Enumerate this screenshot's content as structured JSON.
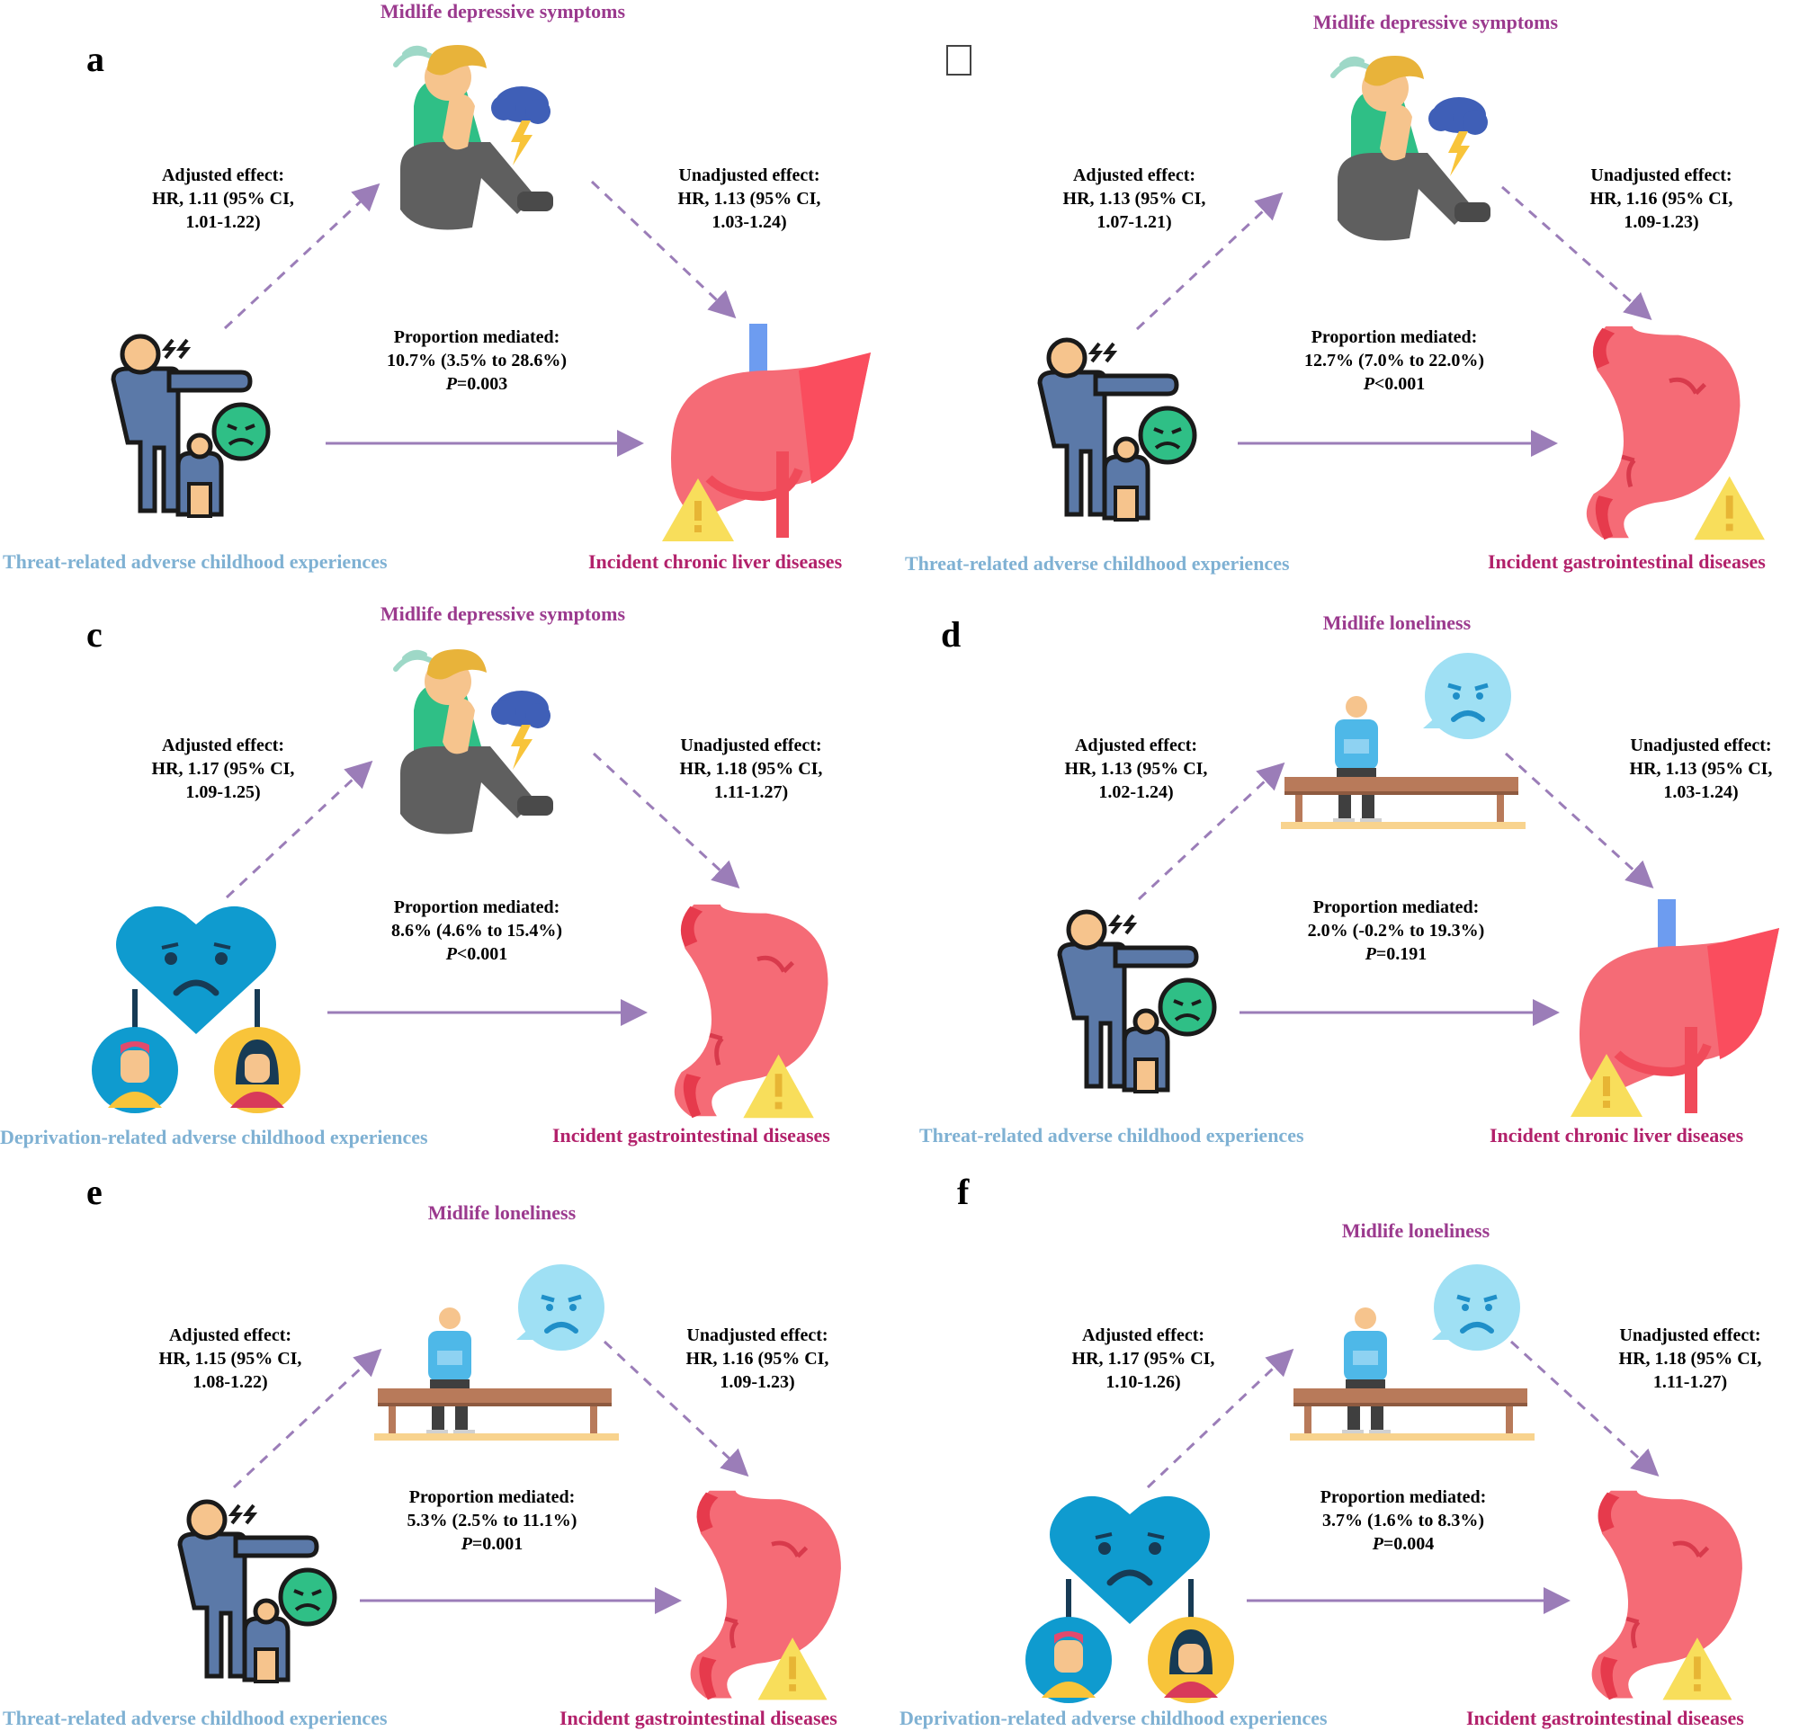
{
  "panels": [
    {
      "letter": "a",
      "marker": "",
      "mediator": "Midlife depressive symptoms",
      "mediator_icon": "depressed-person-icon",
      "adjusted": {
        "label": "Adjusted effect:",
        "line1": "HR, 1.11 (95% CI,",
        "line2": "1.01-1.22)"
      },
      "unadjusted": {
        "label": "Unadjusted effect:",
        "line1": "HR, 1.13 (95% CI,",
        "line2": "1.03-1.24)"
      },
      "proportion": {
        "label": "Proportion mediated:",
        "value": "10.7% (3.5% to 28.6%)",
        "p_letter": "P",
        "p_value": "=0.003"
      },
      "exposure": "Threat-related adverse childhood experiences",
      "exposure_icon": "threat-family-icon",
      "outcome": "Incident chronic liver diseases",
      "outcome_icon": "liver-icon"
    },
    {
      "letter": "",
      "marker": "box",
      "mediator": "Midlife depressive symptoms",
      "mediator_icon": "depressed-person-icon",
      "adjusted": {
        "label": "Adjusted effect:",
        "line1": "HR, 1.13 (95% CI,",
        "line2": "1.07-1.21)"
      },
      "unadjusted": {
        "label": "Unadjusted effect:",
        "line1": "HR, 1.16 (95% CI,",
        "line2": "1.09-1.23)"
      },
      "proportion": {
        "label": "Proportion mediated:",
        "value": "12.7% (7.0% to 22.0%)",
        "p_letter": "P",
        "p_value": "<0.001"
      },
      "exposure": "Threat-related adverse childhood experiences",
      "exposure_icon": "threat-family-icon",
      "outcome": "Incident gastrointestinal diseases",
      "outcome_icon": "stomach-icon"
    },
    {
      "letter": "c",
      "marker": "",
      "mediator": "Midlife depressive symptoms",
      "mediator_icon": "depressed-person-icon",
      "adjusted": {
        "label": "Adjusted effect:",
        "line1": "HR, 1.17 (95% CI,",
        "line2": "1.09-1.25)"
      },
      "unadjusted": {
        "label": "Unadjusted effect:",
        "line1": "HR, 1.18 (95% CI,",
        "line2": "1.11-1.27)"
      },
      "proportion": {
        "label": "Proportion mediated:",
        "value": "8.6% (4.6% to 15.4%)",
        "p_letter": "P",
        "p_value": "<0.001"
      },
      "exposure": "Deprivation-related adverse childhood experiences",
      "exposure_icon": "sad-heart-family-icon",
      "outcome": "Incident gastrointestinal diseases",
      "outcome_icon": "stomach-icon"
    },
    {
      "letter": "d",
      "marker": "",
      "mediator": "Midlife loneliness",
      "mediator_icon": "lonely-bench-icon",
      "adjusted": {
        "label": "Adjusted effect:",
        "line1": "HR, 1.13 (95% CI,",
        "line2": "1.02-1.24)"
      },
      "unadjusted": {
        "label": "Unadjusted effect:",
        "line1": "HR, 1.13 (95% CI,",
        "line2": "1.03-1.24)"
      },
      "proportion": {
        "label": "Proportion mediated:",
        "value": "2.0% (-0.2% to 19.3%)",
        "p_letter": "P",
        "p_value": "=0.191"
      },
      "exposure": "Threat-related adverse childhood experiences",
      "exposure_icon": "threat-family-icon",
      "outcome": "Incident chronic liver diseases",
      "outcome_icon": "liver-icon"
    },
    {
      "letter": "e",
      "marker": "",
      "mediator": "Midlife loneliness",
      "mediator_icon": "lonely-bench-icon",
      "adjusted": {
        "label": "Adjusted effect:",
        "line1": "HR, 1.15 (95% CI,",
        "line2": "1.08-1.22)"
      },
      "unadjusted": {
        "label": "Unadjusted effect:",
        "line1": "HR, 1.16 (95% CI,",
        "line2": "1.09-1.23)"
      },
      "proportion": {
        "label": "Proportion mediated:",
        "value": "5.3% (2.5% to 11.1%)",
        "p_letter": "P",
        "p_value": "=0.001"
      },
      "exposure": "Threat-related adverse childhood experiences",
      "exposure_icon": "threat-family-icon",
      "outcome": "Incident gastrointestinal diseases",
      "outcome_icon": "stomach-icon"
    },
    {
      "letter": "f",
      "marker": "",
      "mediator": "Midlife loneliness",
      "mediator_icon": "lonely-bench-icon",
      "adjusted": {
        "label": "Adjusted effect:",
        "line1": "HR, 1.17 (95% CI,",
        "line2": "1.10-1.26)"
      },
      "unadjusted": {
        "label": "Unadjusted effect:",
        "line1": "HR, 1.18 (95% CI,",
        "line2": "1.11-1.27)"
      },
      "proportion": {
        "label": "Proportion mediated:",
        "value": "3.7% (1.6% to 8.3%)",
        "p_letter": "P",
        "p_value": "=0.004"
      },
      "exposure": "Deprivation-related adverse childhood experiences",
      "exposure_icon": "sad-heart-family-icon",
      "outcome": "Incident gastrointestinal diseases",
      "outcome_icon": "stomach-icon"
    }
  ],
  "colors": {
    "arrow": "#9b7db8",
    "mediator_text": "#9b3a8e",
    "exposure_text": "#7fb1d3",
    "outcome_text": "#b2216b",
    "organ_red": "#f56b76",
    "warning_yellow": "#f8de5b",
    "shirt_green": "#2fbf86",
    "adult_blue": "#5b79a8",
    "heart_blue": "#0f9bcf"
  }
}
